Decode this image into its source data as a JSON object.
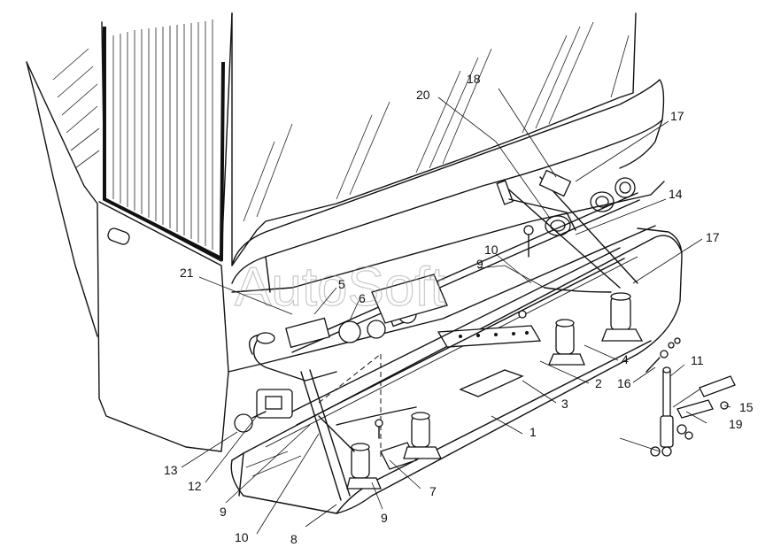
{
  "watermark": "AutoSoft",
  "callouts": [
    {
      "id": "c1",
      "text": "1"
    },
    {
      "id": "c2",
      "text": "2"
    },
    {
      "id": "c3",
      "text": "3"
    },
    {
      "id": "c4",
      "text": "4"
    },
    {
      "id": "c5",
      "text": "5"
    },
    {
      "id": "c6",
      "text": "6"
    },
    {
      "id": "c7",
      "text": "7"
    },
    {
      "id": "c8",
      "text": "8"
    },
    {
      "id": "c9a",
      "text": "9"
    },
    {
      "id": "c9b",
      "text": "9"
    },
    {
      "id": "c9c",
      "text": "9"
    },
    {
      "id": "c10a",
      "text": "10"
    },
    {
      "id": "c10b",
      "text": "10"
    },
    {
      "id": "c11",
      "text": "11"
    },
    {
      "id": "c12",
      "text": "12"
    },
    {
      "id": "c13",
      "text": "13"
    },
    {
      "id": "c14",
      "text": "14"
    },
    {
      "id": "c15",
      "text": "15"
    },
    {
      "id": "c16",
      "text": "16"
    },
    {
      "id": "c17a",
      "text": "17"
    },
    {
      "id": "c17b",
      "text": "17"
    },
    {
      "id": "c18",
      "text": "18"
    },
    {
      "id": "c19",
      "text": "19"
    },
    {
      "id": "c20",
      "text": "20"
    },
    {
      "id": "c21",
      "text": "21"
    }
  ]
}
